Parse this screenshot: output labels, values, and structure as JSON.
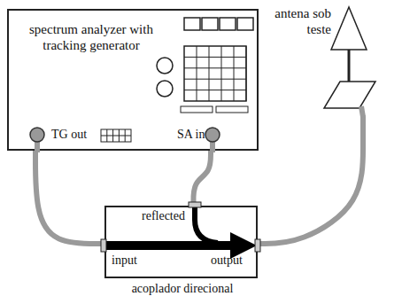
{
  "diagram": {
    "nodes": [
      {
        "text": [
          "spectrum analyzer with tracking generator",
          "TG out",
          "SA in"
        ]
      },
      {
        "text": [
          "reflected",
          "input",
          "output",
          "acoplador direcional"
        ]
      },
      {
        "text": [
          "antena sob teste"
        ]
      }
    ],
    "edges": [
      {
        "from": 0,
        "to": 1,
        "arrow": "none"
      },
      {
        "from": 1,
        "to": 0,
        "arrow": "none"
      },
      {
        "from": 1,
        "to": 2,
        "arrow": "none"
      }
    ]
  }
}
